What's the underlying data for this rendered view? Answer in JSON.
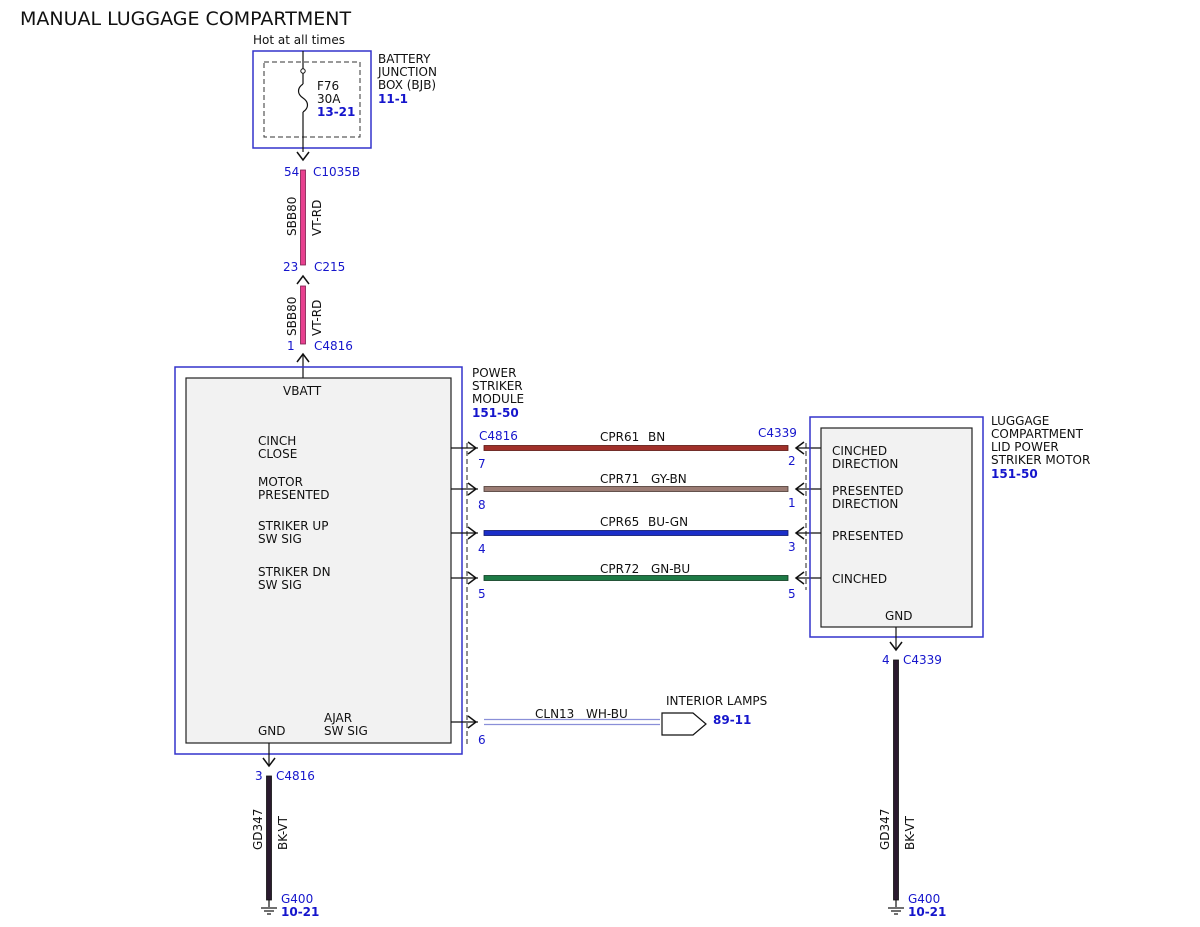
{
  "title": "MANUAL LUGGAGE COMPARTMENT",
  "colors": {
    "outline_blue": "#3333cc",
    "ref_blue": "#1515cc",
    "box_fill": "#f2f2f2",
    "wire_vt_rd": "#e8408f",
    "wire_bn": "#a0302a",
    "wire_gy_bn": "#9b7c74",
    "wire_bu_gn": "#1a2ec8",
    "wire_gn_bu": "#1d7a45",
    "wire_bk_vt": "#2a1a2e",
    "wire_wh_bu": "#8a8fd8"
  },
  "bjb": {
    "hot_label": "Hot at all times",
    "name_lines": [
      "BATTERY",
      "JUNCTION",
      "BOX (BJB)"
    ],
    "ref": "11-1",
    "fuse_name": "F76",
    "fuse_rating": "30A",
    "fuse_ref": "13-21"
  },
  "feed": {
    "c1035b_pin": "54",
    "c1035b": "C1035B",
    "seg1_circuit": "SBB80",
    "seg1_color": "VT-RD",
    "c215_pin": "23",
    "c215": "C215",
    "seg2_circuit": "SBB80",
    "seg2_color": "VT-RD",
    "c4816_pin": "1",
    "c4816": "C4816"
  },
  "psm": {
    "name_lines": [
      "POWER",
      "STRIKER",
      "MODULE"
    ],
    "ref": "151-50",
    "vbatt": "VBATT",
    "pins": [
      [
        "CINCH",
        "CLOSE"
      ],
      [
        "MOTOR",
        "PRESENTED"
      ],
      [
        "STRIKER UP",
        "SW SIG"
      ],
      [
        "STRIKER DN",
        "SW SIG"
      ]
    ],
    "gnd": "GND",
    "ajar_lines": [
      "AJAR",
      "SW SIG"
    ]
  },
  "harness": {
    "left_connector": "C4816",
    "right_connector": "C4339",
    "wires": [
      {
        "circuit": "CPR61",
        "color": "BN",
        "left_pin": "7",
        "right_pin": "2"
      },
      {
        "circuit": "CPR71",
        "color": "GY-BN",
        "left_pin": "8",
        "right_pin": "1"
      },
      {
        "circuit": "CPR65",
        "color": "BU-GN",
        "left_pin": "4",
        "right_pin": "3"
      },
      {
        "circuit": "CPR72",
        "color": "GN-BU",
        "left_pin": "5",
        "right_pin": "5"
      }
    ]
  },
  "motor": {
    "name_lines": [
      "LUGGAGE",
      "COMPARTMENT",
      "LID POWER",
      "STRIKER MOTOR"
    ],
    "ref": "151-50",
    "pins": [
      [
        "CINCHED",
        "DIRECTION"
      ],
      [
        "PRESENTED",
        "DIRECTION"
      ],
      [
        "PRESENTED"
      ],
      [
        "CINCHED"
      ]
    ],
    "gnd": "GND"
  },
  "lamps": {
    "circuit": "CLN13",
    "color": "WH-BU",
    "pin": "6",
    "name": "INTERIOR LAMPS",
    "ref": "89-11"
  },
  "ground_left": {
    "pin": "3",
    "connector": "C4816",
    "circuit": "GD347",
    "color": "BK-VT",
    "ground": "G400",
    "ref": "10-21"
  },
  "ground_right": {
    "pin": "4",
    "connector": "C4339",
    "circuit": "GD347",
    "color": "BK-VT",
    "ground": "G400",
    "ref": "10-21"
  }
}
